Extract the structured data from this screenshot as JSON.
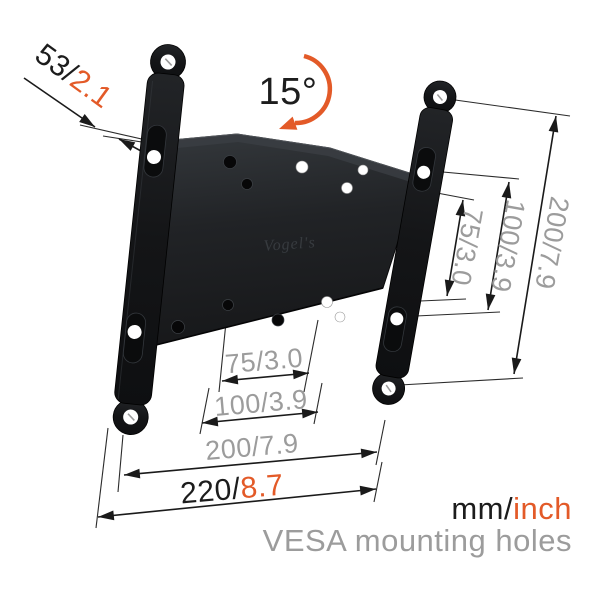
{
  "product": {
    "brand": "Vogel's",
    "type": "tv-wall-mount-dimension-diagram"
  },
  "annotations": {
    "depth_dim": {
      "mm": "53/",
      "inch": "2.1"
    },
    "tilt": {
      "angle": "15°"
    },
    "side_dims": [
      {
        "id": "side-75",
        "label": "75/3.0"
      },
      {
        "id": "side-100",
        "label": "100/3.9"
      },
      {
        "id": "side-200",
        "label": "200/7.9"
      }
    ],
    "bottom_dims": [
      {
        "id": "bottom-75",
        "label": "75/3.0"
      },
      {
        "id": "bottom-100",
        "label": "100/3.9"
      },
      {
        "id": "bottom-200",
        "label": "200/7.9"
      }
    ],
    "width_dim": {
      "mm": "220/",
      "inch": "8.7"
    }
  },
  "legend": {
    "units_mm": "mm/",
    "units_inch": "inch",
    "caption": "VESA mounting holes"
  },
  "colors": {
    "accent": "#E35A28",
    "dim_text": "#9C9C9C",
    "line": "#1A1A1A",
    "plate_dark": "#1B1C1E"
  }
}
